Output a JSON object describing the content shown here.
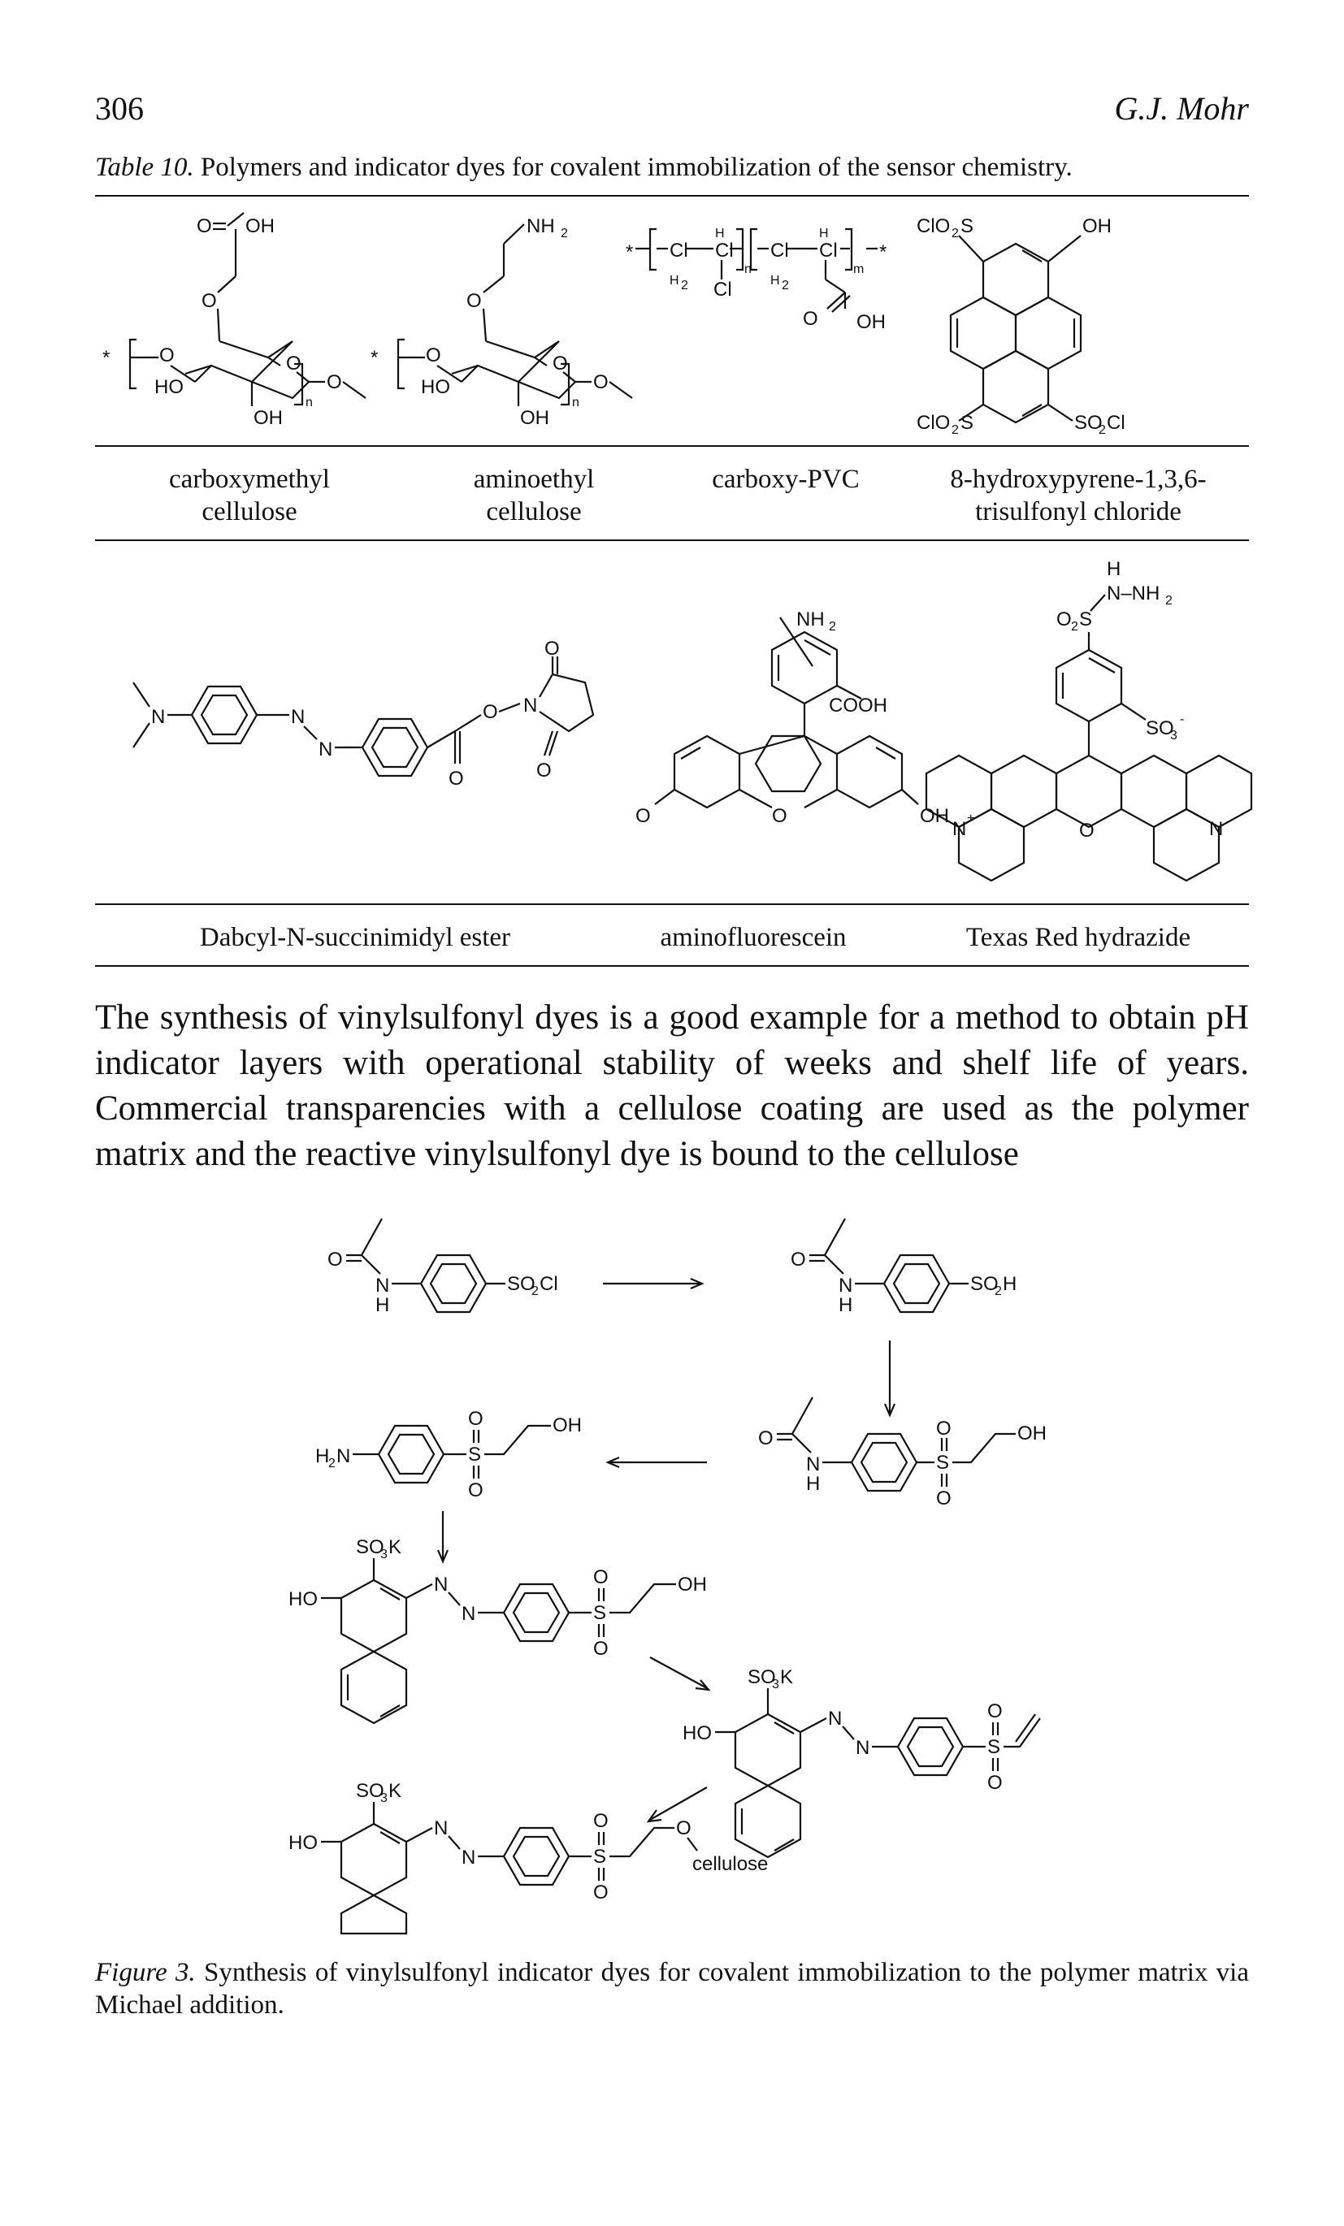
{
  "header": {
    "page_number": "306",
    "author": "G.J. Mohr"
  },
  "table": {
    "caption_label": "Table 10.",
    "caption_text": " Polymers and indicator dyes for covalent immobilization of the sensor chemistry.",
    "row1": [
      {
        "name_line1": "carboxymethyl",
        "name_line2": "cellulose"
      },
      {
        "name_line1": "aminoethyl",
        "name_line2": "cellulose"
      },
      {
        "name_line1": "carboxy-PVC",
        "name_line2": ""
      },
      {
        "name_line1": "8-hydroxypyrene-1,3,6-",
        "name_line2": "trisulfonyl chloride"
      }
    ],
    "row2": [
      {
        "name": "Dabcyl-N-succinimidyl ester"
      },
      {
        "name": "aminofluorescein"
      },
      {
        "name": "Texas Red hydrazide"
      }
    ]
  },
  "structure_labels": {
    "OH": "OH",
    "HO": "HO",
    "O": "O",
    "N": "N",
    "H": "H",
    "n": "n",
    "m": "m",
    "Cl": "Cl",
    "star": "*",
    "NH2": "NH",
    "NH2_sub": "2",
    "H2_sub": "2",
    "ClO2S": "ClO",
    "SO2Cl": "SO",
    "Cl_tail": "Cl",
    "COOH": "COOH",
    "O2S": "O",
    "S": "S",
    "N_NH2": "N–NH",
    "SO3": "SO",
    "SO3_sub": "3",
    "minus": "-",
    "plus": "+",
    "SO3K": "SO",
    "K": "K",
    "SO2H": "SO",
    "H_tail": "H",
    "H2N": "H",
    "cellulose": "cellulose"
  },
  "body": {
    "paragraph": "The synthesis of vinylsulfonyl dyes is a good example for a method to obtain pH indicator layers with operational stability of weeks and shelf life of years. Commercial transparencies with a cellulose coating are used as the polymer matrix and the reactive vinylsulfonyl dye is bound to the cellulose"
  },
  "figure": {
    "caption_label": "Figure 3.",
    "caption_text": " Synthesis of vinylsulfonyl indicator dyes for covalent immobilization to the polymer matrix via Michael addition."
  }
}
